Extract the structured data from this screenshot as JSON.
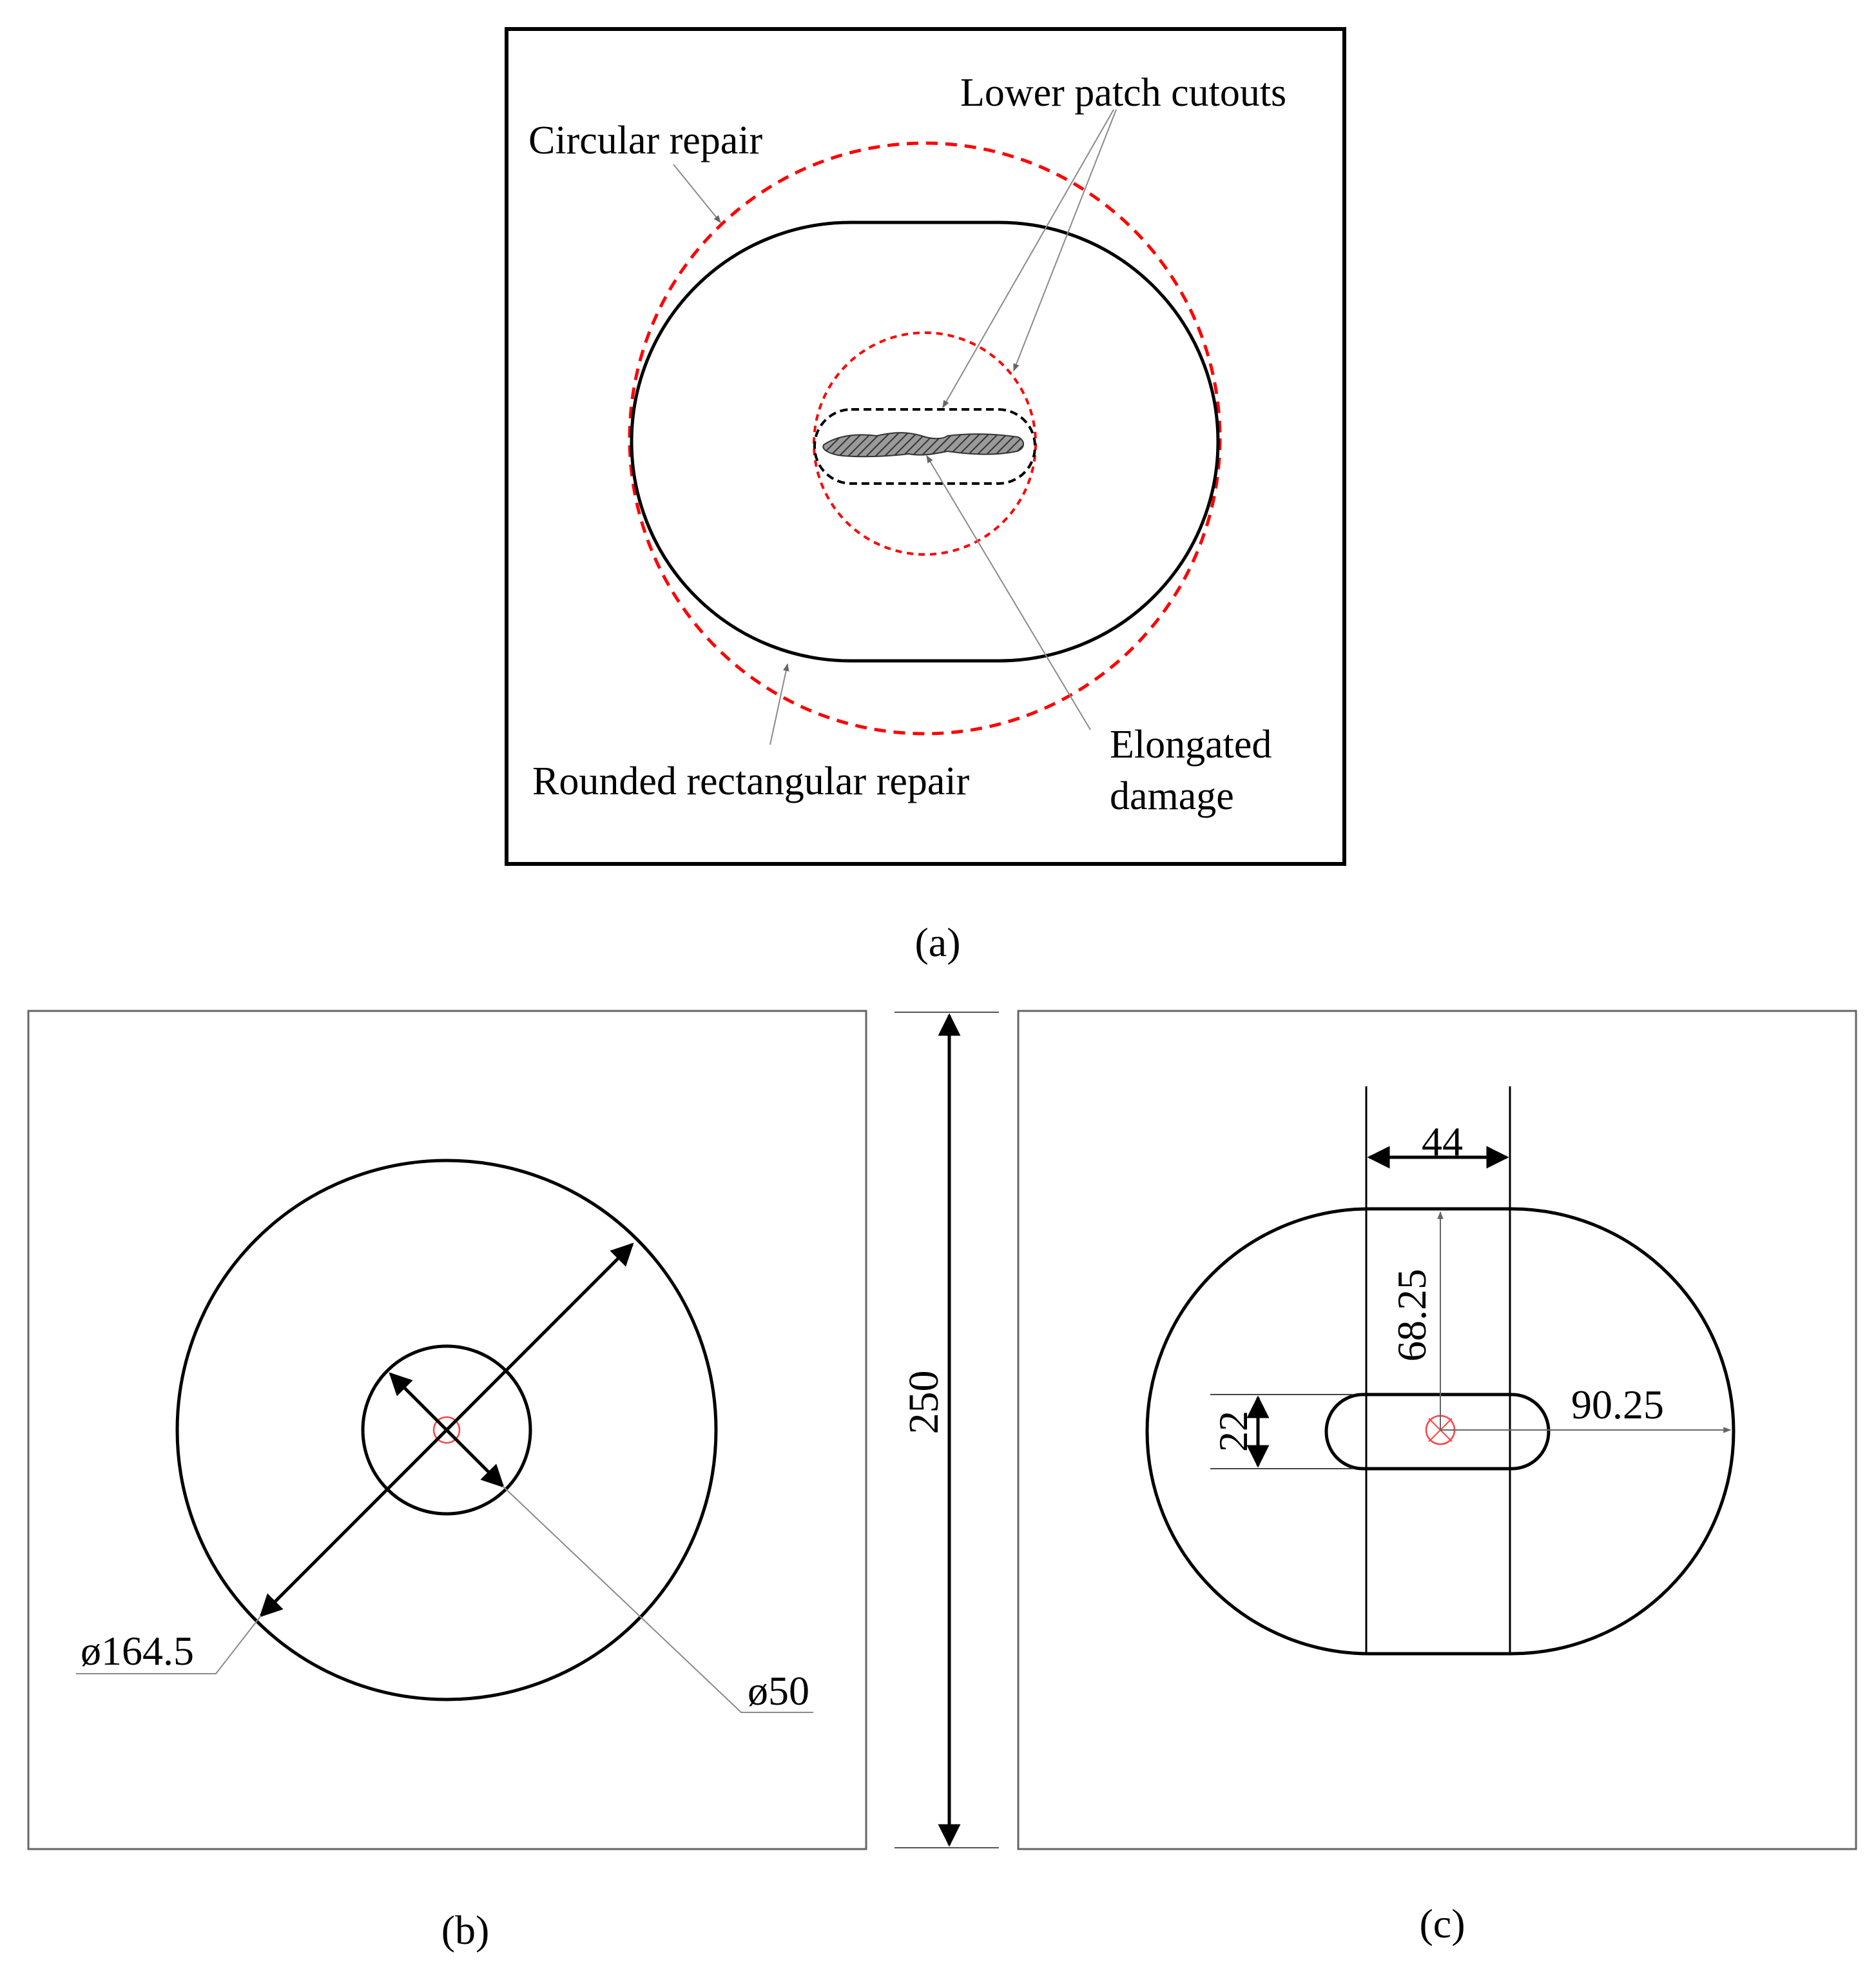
{
  "colors": {
    "line": "#000000",
    "red_dashed": "#ff0000",
    "panel_border": "#555555",
    "leader": "#8a8a8a",
    "damage_fill": "#444444"
  },
  "panel_a": {
    "label_circular_repair": "Circular repair",
    "label_lower_patch_cutouts": "Lower patch cutouts",
    "label_rounded_rect_repair": "Rounded rectangular repair",
    "label_elongated_line1": "Elongated",
    "label_elongated_line2": "damage",
    "caption": "(a)"
  },
  "panel_b": {
    "dim_outer_diameter": "ø164.5",
    "dim_inner_diameter": "ø50",
    "caption": "(b)"
  },
  "dim_side": {
    "panel_height": "250"
  },
  "panel_c": {
    "dim_flat_width": "44",
    "dim_half_height": "68.25",
    "dim_slot_height": "22",
    "dim_half_width": "90.25",
    "caption": "(c)"
  }
}
